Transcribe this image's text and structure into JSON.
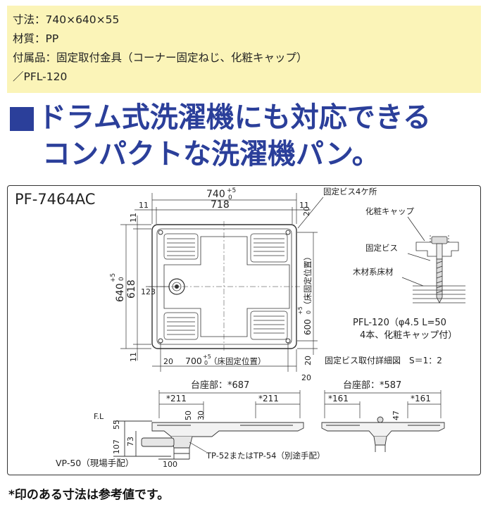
{
  "spec": {
    "dimensions": "寸法：740×640×55",
    "material": "材質：PP",
    "accessories": "付属品：固定取付金具（コーナー固定ねじ、化粧キャップ）",
    "accessories_cont": "／PFL-120"
  },
  "headline": {
    "line1": "ドラム式洗濯機にも対応できる",
    "line2": "コンパクトな洗濯機パン。"
  },
  "drawing": {
    "model": "PF-7464AC",
    "top_view": {
      "dim_total_width": "740",
      "dim_total_width_tol_upper": "+5",
      "dim_total_width_tol_lower": "0",
      "dim_inner_width": "718",
      "dim_margin_left": "11",
      "dim_margin_right": "11",
      "dim_margin_top": "11",
      "dim_margin_bottom": "11",
      "dim_total_height": "640",
      "dim_total_height_tol_upper": "+5",
      "dim_total_height_tol_lower": "0",
      "dim_inner_height": "618",
      "dim_drain_offset": "123",
      "dim_fix_height": "600",
      "dim_fix_height_tol_upper": "+5",
      "dim_fix_height_tol_lower": "0",
      "dim_fix_height_note": "（床固定位置）",
      "dim_fix_width": "700",
      "dim_fix_width_tol_upper": "+5",
      "dim_fix_width_tol_lower": "0",
      "dim_fix_width_note": "（床固定位置）",
      "dim_edge_left_20": "20",
      "dim_edge_right_20": "20",
      "dim_edge_right_20b": "20",
      "dim_edge_top_20": "20"
    },
    "detail": {
      "label_screws": "固定ビス4ケ所",
      "label_cap": "化粧キャップ",
      "label_screw": "固定ビス",
      "label_floor": "木材系床材",
      "part_spec_1": "PFL-120（φ4.5 L=50",
      "part_spec_2": "4本、化粧キャップ付）",
      "caption": "固定ビス取付詳細図　S＝1：2"
    },
    "section_left": {
      "base_label": "台座部：*687",
      "dim_left": "*211",
      "dim_right": "*211",
      "dim_50": "50",
      "dim_30": "30",
      "dim_fl": "F.L",
      "dim_55": "55",
      "dim_107": "107",
      "dim_73": "73",
      "dim_100": "100",
      "label_vp": "VP-50（現場手配）",
      "label_tp": "TP-52またはTP-54（別途手配）"
    },
    "section_right": {
      "base_label": "台座部：*587",
      "dim_left": "*161",
      "dim_right": "*161",
      "dim_47": "47"
    }
  },
  "footnote": "*印のある寸法は参考値です。",
  "colors": {
    "spec_bg": "#fbf4b8",
    "headline": "#2b3f9a",
    "line": "#333333"
  }
}
